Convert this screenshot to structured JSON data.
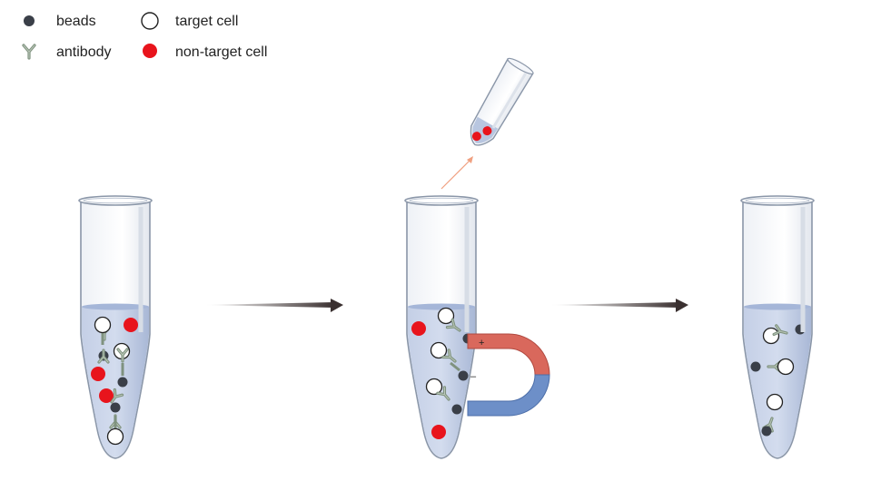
{
  "legend": {
    "beads": "beads",
    "target_cell": "target cell",
    "antibody": "antibody",
    "non_target_cell": "non-target cell"
  },
  "magnet": {
    "plus": "+",
    "minus": "–"
  },
  "colors": {
    "bead": "#3a3f48",
    "target_cell_fill": "#ffffff",
    "non_target_cell": "#e8141c",
    "antibody": "#8a9b8a",
    "liquid": "#b8c6e0",
    "tube_outline": "#8a96a8",
    "magnet_red": "#d9685c",
    "magnet_blue": "#6d8fc8",
    "arrow": "#3a3030"
  }
}
